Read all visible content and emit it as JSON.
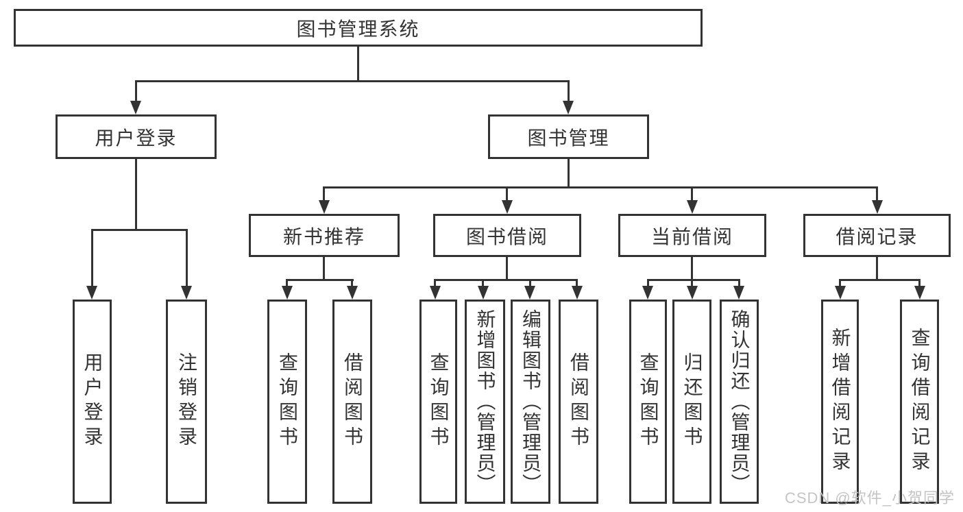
{
  "tree": {
    "root": {
      "label": "图书管理系统"
    },
    "branches": [
      {
        "label": "用户登录",
        "children": [
          {
            "label": "用户登录"
          },
          {
            "label": "注销登录"
          }
        ]
      },
      {
        "label": "图书管理",
        "modules": [
          {
            "label": "新书推荐",
            "children": [
              {
                "label": "查询图书"
              },
              {
                "label": "借阅图书"
              }
            ]
          },
          {
            "label": "图书借阅",
            "children": [
              {
                "label": "查询图书"
              },
              {
                "label": "新增图书（管理员）"
              },
              {
                "label": "编辑图书（管理员）"
              },
              {
                "label": "借阅图书"
              }
            ]
          },
          {
            "label": "当前借阅",
            "children": [
              {
                "label": "查询图书"
              },
              {
                "label": "归还图书"
              },
              {
                "label": "确认归还（管理员）"
              }
            ]
          },
          {
            "label": "借阅记录",
            "children": [
              {
                "label": "新增借阅记录"
              },
              {
                "label": "查询借阅记录"
              }
            ]
          }
        ]
      }
    ]
  },
  "watermark": {
    "text": "CSDN @软件_小贺同学",
    "color": "#c4c4c4"
  },
  "colors": {
    "line": "#333333",
    "background": "#ffffff",
    "text": "#333333"
  }
}
